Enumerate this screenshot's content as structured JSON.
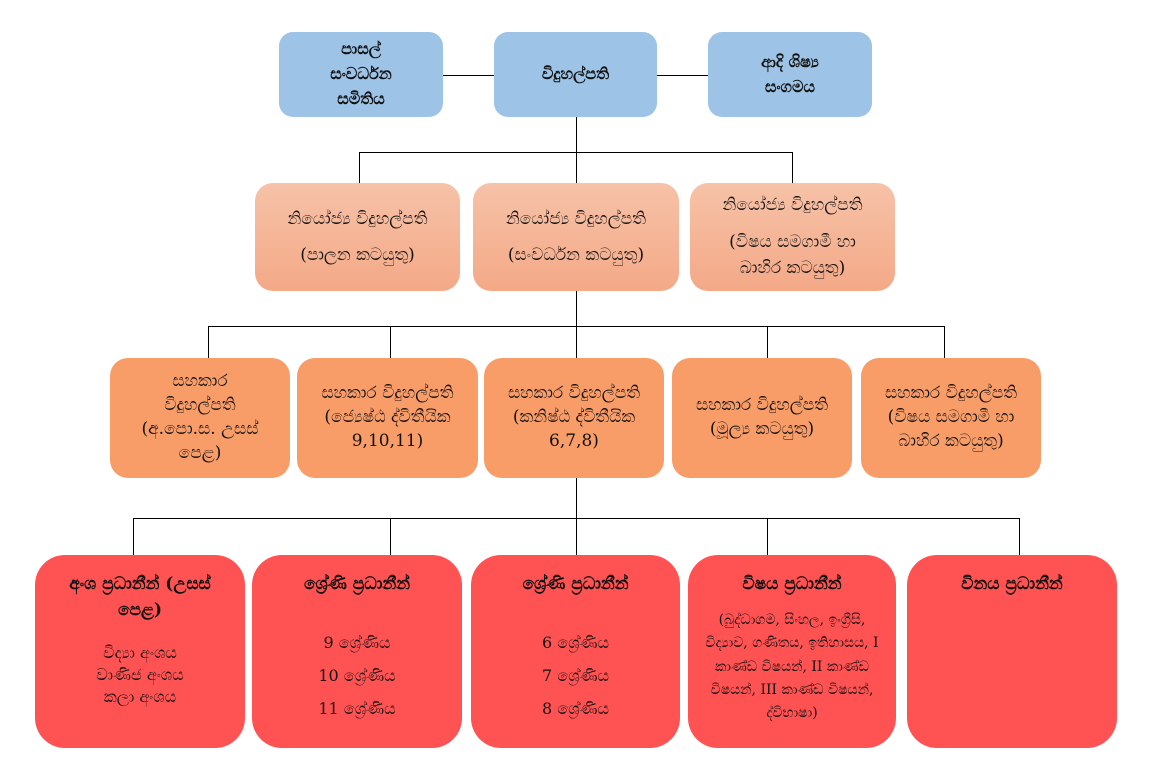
{
  "top": {
    "left": "පාසල් සංවර්ධන සමිතිය",
    "center": "විදුහල්පති",
    "right": "ආදි ශිෂ්‍ය සංගමය"
  },
  "deputies": [
    {
      "title": "නියෝජ්‍ය විදුහල්පති",
      "sub": "(පාලන කටයුතු)"
    },
    {
      "title": "නියෝජ්‍ය විදුහල්පති",
      "sub": "(සංවර්ධන කටයුතු)"
    },
    {
      "title": "නියෝජ්‍ය විදුහල්පති",
      "sub": "(විෂය සමගාමී හා බාහිර කටයුතු)"
    }
  ],
  "assistants": [
    {
      "title": "සහකාර විදුහල්පති",
      "sub": "(අ.පො.ස. උසස් පෙළ)"
    },
    {
      "title": "සහකාර විදුහල්පති",
      "sub": "(ජ්‍යෙෂ්ඨ ද්විතීයික 9,10,11)"
    },
    {
      "title": "සහකාර විදුහල්පති",
      "sub": "(කනිෂ්ඨ ද්විතීයික 6,7,8)"
    },
    {
      "title": "සහකාර විදුහල්පති",
      "sub": "(මූල්‍ය කටයුතු)"
    },
    {
      "title": "සහකාර විදුහල්පති",
      "sub": "(විෂය සමගාමී හා බාහිර කටයුතු)"
    }
  ],
  "heads": {
    "sections": {
      "title": "අංශ ප්‍රධානීන් (උසස් පෙළ)",
      "items": [
        "විද්‍යා අංශය",
        "වාණිජ අංශය",
        "කලා අංශය"
      ]
    },
    "grades_senior": {
      "title": "ශ්‍රේණි ප්‍රධානීන්",
      "items": [
        "9 ශ්‍රේණිය",
        "10 ශ්‍රේණිය",
        "11 ශ්‍රේණිය"
      ]
    },
    "grades_junior": {
      "title": "ශ්‍රේණි ප්‍රධානීන්",
      "items": [
        "6 ශ්‍රේණිය",
        "7 ශ්‍රේණිය",
        "8 ශ්‍රේණිය"
      ]
    },
    "subjects": {
      "title": "විෂය ප්‍රධානීන්",
      "detail": "(බුද්ධාගම, සිංහල, ඉංග්‍රීසි, විද්‍යාව, ගණිතය, ඉතිහාසය, I කාණ්ඩ විෂයන්, II කාණ්ඩ විෂයන්, III කාණ්ඩ විෂයන්, ද්විභාෂා)"
    },
    "discipline": {
      "title": "විනය ප්‍රධානීන්"
    }
  },
  "colors": {
    "top": "#9dc3e6",
    "deputy": "#f4b08f",
    "assistant": "#f89c68",
    "head": "#ff5252"
  }
}
